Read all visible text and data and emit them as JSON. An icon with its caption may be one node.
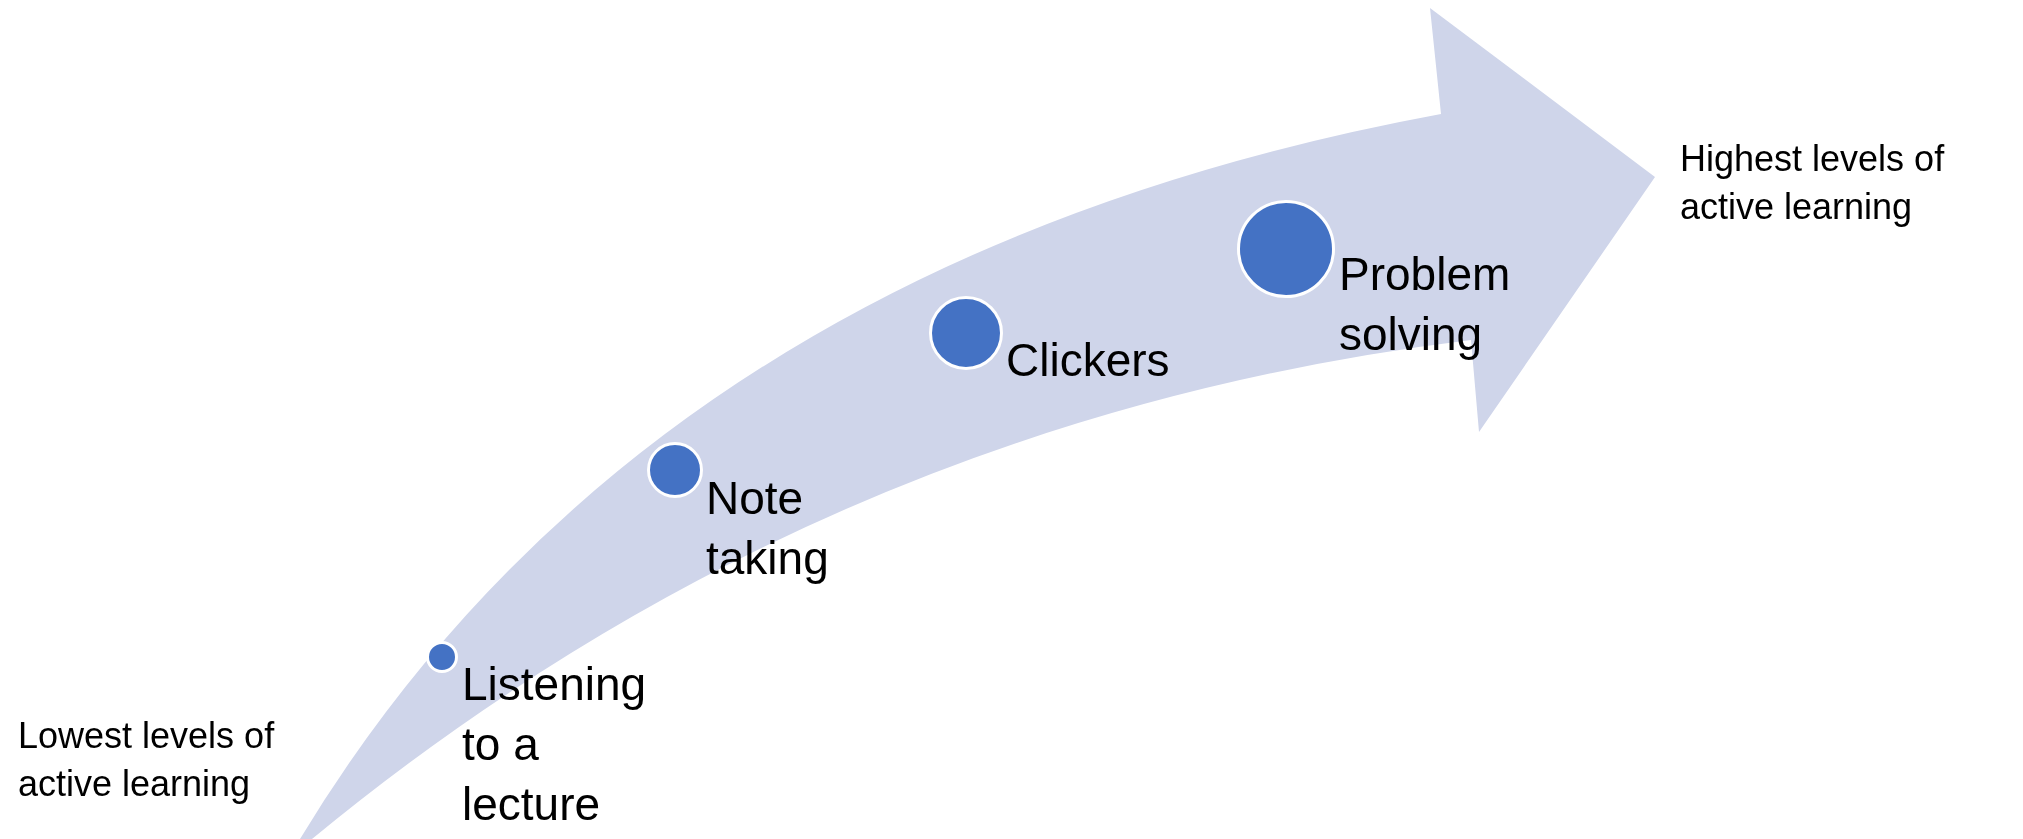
{
  "diagram": {
    "nodes": [
      {
        "text": [],
        "shape": "circle",
        "beside": [
          "Listening to a lecture"
        ]
      },
      {
        "text": [],
        "shape": "circle",
        "beside": [
          "Note taking"
        ]
      },
      {
        "text": [],
        "shape": "circle",
        "beside": [
          "Clickers"
        ]
      },
      {
        "text": [],
        "shape": "circle",
        "beside": [
          "Problem solving"
        ]
      }
    ],
    "labels": [
      "Lowest levels of active learning",
      "Highest levels of active learning"
    ]
  }
}
